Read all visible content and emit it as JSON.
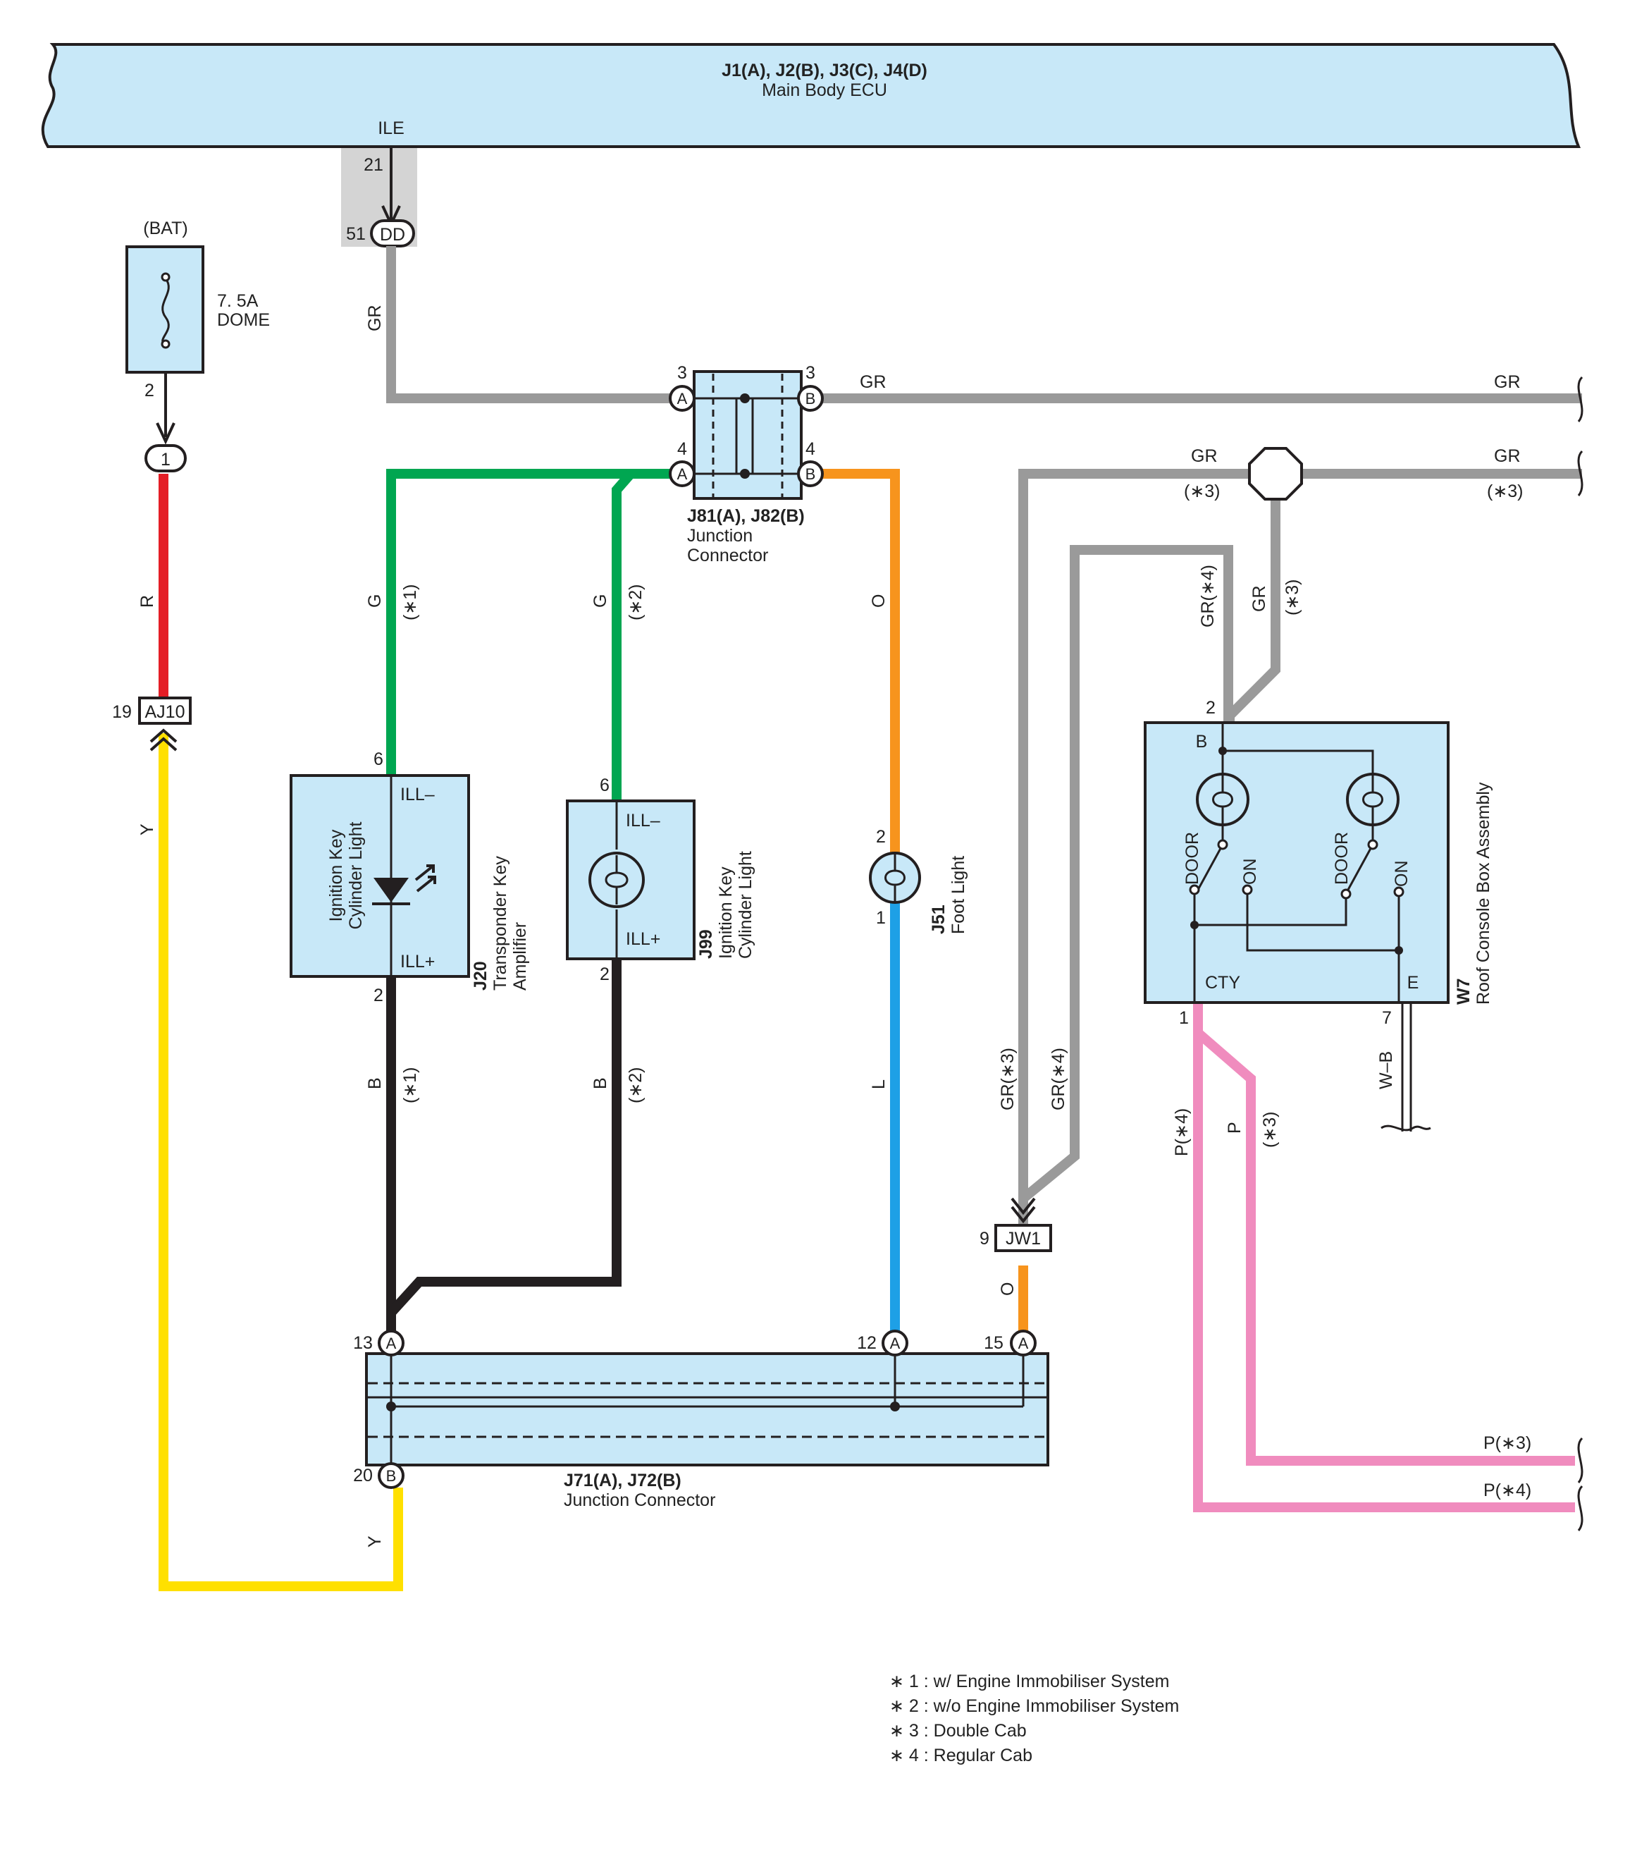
{
  "colors": {
    "box_fill": "#c8e8f8",
    "GR": "#9a9a9a",
    "G": "#00a651",
    "O": "#f7941d",
    "R": "#e41e26",
    "Y": "#ffe000",
    "B": "#231f20",
    "L": "#1ea0e6",
    "P": "#f08cbe",
    "shade": "#d4d4d4"
  },
  "ecu": {
    "code": "J1(A), J2(B), J3(C), J4(D)",
    "name": "Main Body ECU",
    "terminal": "ILE"
  },
  "ecu_pins": {
    "pin_21": "21",
    "pin_51": "51",
    "conn_dd": "DD"
  },
  "fuse": {
    "source": "(BAT)",
    "rating": "7. 5A",
    "name": "DOME",
    "pin_2": "2",
    "conn_1": "1"
  },
  "aj10": {
    "code": "AJ10",
    "pin": "19"
  },
  "jw1": {
    "code": "JW1",
    "pin": "9"
  },
  "j81": {
    "code": "J81(A), J82(B)",
    "name_line1": "Junction",
    "name_line2": "Connector",
    "pin_a3": "3",
    "pin_b3": "3",
    "pin_a4": "4",
    "pin_b4": "4",
    "letter_a": "A",
    "letter_b": "B"
  },
  "j20": {
    "code": "J20",
    "name_line1": "Transponder Key",
    "name_line2": "Amplifier",
    "inner_line1": "Ignition Key",
    "inner_line2": "Cylinder Light",
    "term_top": "ILL–",
    "term_bottom": "ILL+",
    "pin_top": "6",
    "pin_bottom": "2"
  },
  "j99": {
    "code": "J99",
    "name_line1": "Ignition Key",
    "name_line2": "Cylinder Light",
    "term_top": "ILL–",
    "term_bottom": "ILL+",
    "pin_top": "6",
    "pin_bottom": "2"
  },
  "j51": {
    "code": "J51",
    "name": "Foot Light",
    "pin_top": "2",
    "pin_bottom": "1"
  },
  "w7": {
    "code": "W7",
    "name": "Roof Console Box Assembly",
    "term_b": "B",
    "term_cty": "CTY",
    "term_e": "E",
    "sw_door": "DOOR",
    "sw_on": "ON",
    "pin_2": "2",
    "pin_1": "1",
    "pin_7": "7"
  },
  "j71": {
    "code": "J71(A), J72(B)",
    "name": "Junction Connector",
    "pin_13": "13",
    "pin_12": "12",
    "pin_15": "15",
    "pin_20": "20",
    "letter_a": "A",
    "letter_b": "B"
  },
  "wires": {
    "gr": "GR",
    "gr_star3": "(∗3)",
    "gr_star4": "GR(∗4)",
    "gr_star3b": "GR(∗3)",
    "g": "G",
    "star1": "(∗1)",
    "star2": "(∗2)",
    "star3": "(∗3)",
    "o": "O",
    "r": "R",
    "y": "Y",
    "b": "B",
    "l": "L",
    "p": "P",
    "p_star3": "P(∗3)",
    "p_star4": "P(∗4)",
    "wb": "W–B"
  },
  "legend": [
    "∗ 1 : w/ Engine Immobiliser System",
    "∗ 2 : w/o Engine Immobiliser System",
    "∗ 3 : Double Cab",
    "∗ 4 : Regular Cab"
  ]
}
